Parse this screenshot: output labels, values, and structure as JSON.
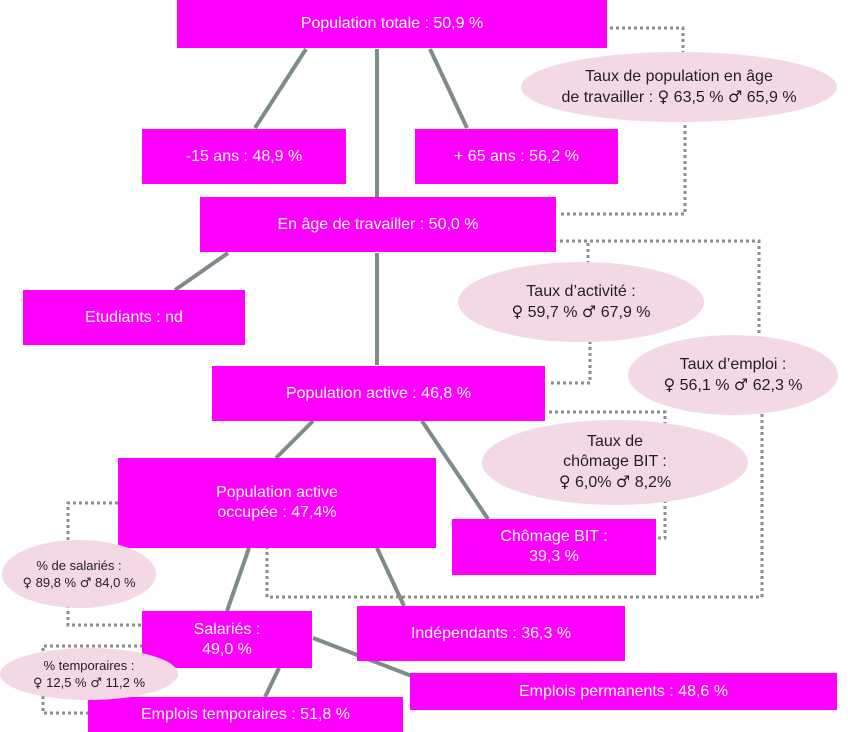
{
  "colors": {
    "box": "#ff00ff",
    "box_text": "#ffffff",
    "ellipse": "#f3d9e6",
    "connector": "#7f8b8a",
    "dotted": "#8a8f8e",
    "ellipse_text": "#231f20"
  },
  "symbols": {
    "female": "♀",
    "male": "♂"
  },
  "boxes": {
    "population_totale": "Population totale : 50,9 %",
    "moins_15": "-15 ans : 48,9 %",
    "plus_65": "+ 65 ans : 56,2 %",
    "age_travailler": "En âge de travailler : 50,0 %",
    "etudiants": "Etudiants : nd",
    "population_active": "Population active : 46,8 %",
    "occupee_line1": "Population active",
    "occupee_line2": "occupée : 47,4%",
    "chomage_line1": "Chômage BIT :",
    "chomage_line2": "39,3 %",
    "salaries_line1": "Salariés :",
    "salaries_line2": "49,0 %",
    "independants": "Indépendants : 36,3 %",
    "emplois_permanents": "Emplois permanents : 48,6 %",
    "emplois_temporaires": "Emplois temporaires : 51,8 %"
  },
  "ellipses": {
    "taux_pop_age": {
      "line1": "Taux de population en âge",
      "line2_prefix": "de travailler :",
      "female": "63,5 %",
      "male": "65,9 %"
    },
    "taux_activite": {
      "line1": "Taux d’activité :",
      "female": "59,7 %",
      "male": "67,9 %"
    },
    "taux_emploi": {
      "line1": "Taux d’emploi :",
      "female": "56,1 %",
      "male": "62,3 %"
    },
    "taux_chomage": {
      "line1": "Taux de",
      "line2": "chômage BIT :",
      "female": "6,0%",
      "male": "8,2%"
    },
    "pct_salaries": {
      "line1": "% de salariés :",
      "female": "89,8 %",
      "male": "84,0 %"
    },
    "pct_temporaires": {
      "line1": "% temporaires :",
      "female": "12,5 %",
      "male": "11,2 %"
    }
  }
}
